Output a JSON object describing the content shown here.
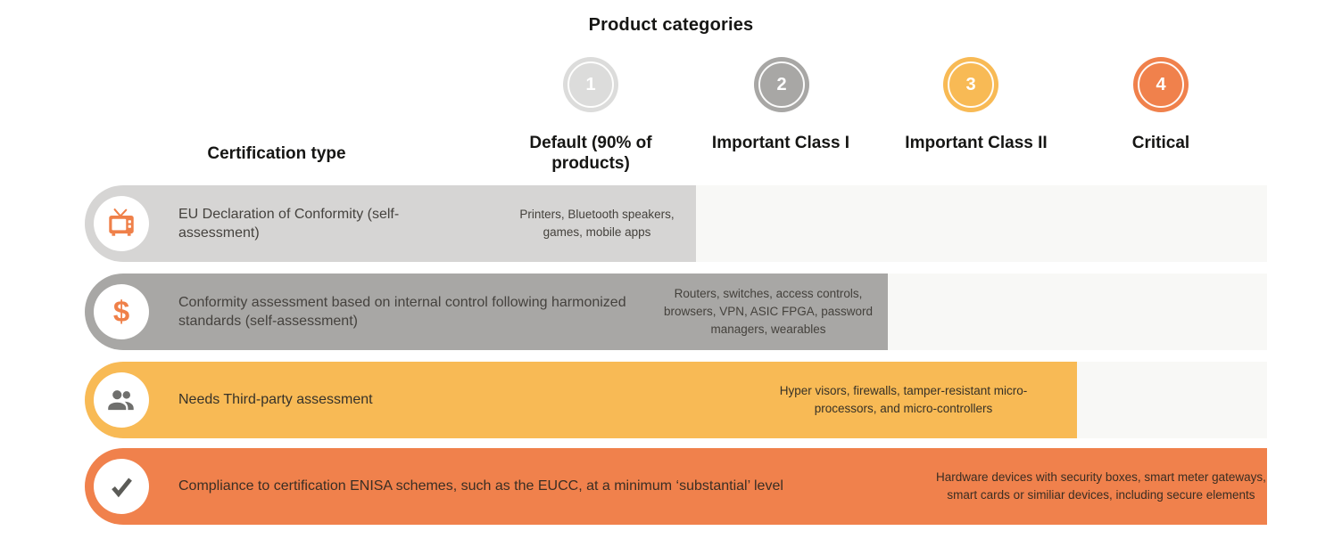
{
  "title": "Product categories",
  "certification_header": "Certification type",
  "columns": [
    {
      "number": "1",
      "label": "Default (90% of products)",
      "circle_color": "#dcdcdb"
    },
    {
      "number": "2",
      "label": "Important Class I",
      "circle_color": "#a8a7a5"
    },
    {
      "number": "3",
      "label": "Important Class II",
      "circle_color": "#f8ba55"
    },
    {
      "number": "4",
      "label": "Critical",
      "circle_color": "#f0814c"
    }
  ],
  "rows": [
    {
      "icon": "tv-icon",
      "label": "EU Declaration of Conformity (self-assessment)",
      "products": "Printers, Bluetooth speakers, games, mobile apps",
      "bar_color": "#d6d5d4",
      "track_color": "#f8f8f6"
    },
    {
      "icon": "dollar-icon",
      "dollar_glyph": "$",
      "label": "Conformity assessment based on internal control following harmonized standards (self-assessment)",
      "products": "Routers, switches, access controls, browsers, VPN, ASIC FPGA, password managers, wearables",
      "bar_color": "#a8a7a5",
      "track_color": "#f8f8f6"
    },
    {
      "icon": "people-icon",
      "label": "Needs Third-party assessment",
      "products": "Hyper visors, firewalls, tamper-resistant micro-processors, and micro-controllers",
      "bar_color": "#f8ba55",
      "track_color": "#f8f8f6"
    },
    {
      "icon": "check-icon",
      "label": "Compliance to certification ENISA schemes, such as the EUCC, at a minimum ‘substantial’ level",
      "products": "Hardware devices with security boxes, smart meter gateways, smart cards or similiar devices, including secure elements",
      "bar_color": "#f0814c",
      "track_color": "#f8f8f6"
    }
  ]
}
